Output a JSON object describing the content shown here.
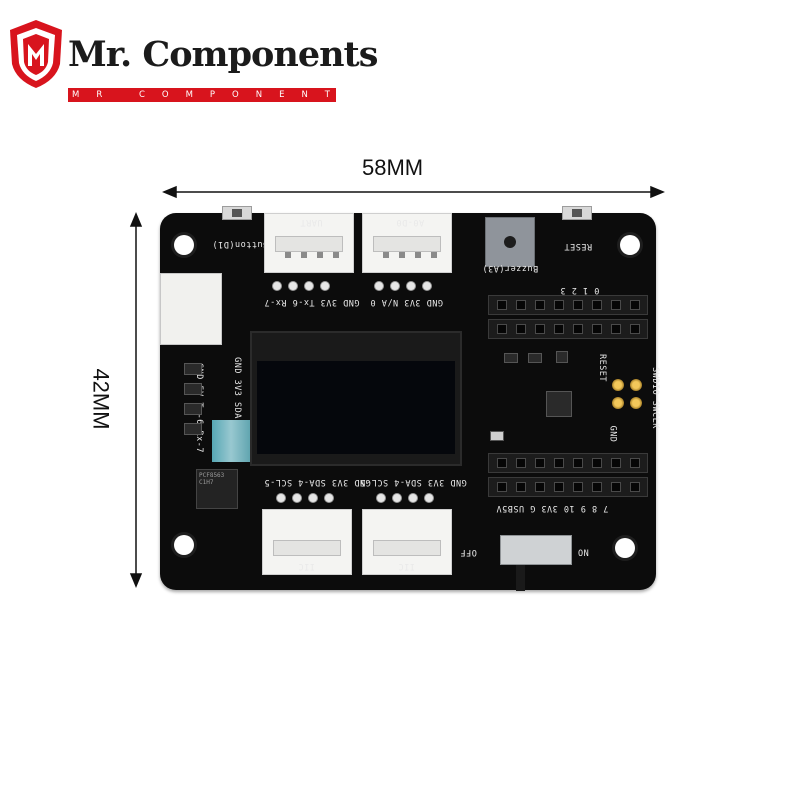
{
  "brand": {
    "name": "Mr. Components",
    "tagline": "MR COMPONENTS",
    "accent_color": "#d8141d"
  },
  "dimensions": {
    "width_label": "58MM",
    "height_label": "42MM"
  },
  "board": {
    "color": "#0c0c0c",
    "connectors": {
      "uart": {
        "label": "UART",
        "pins": "GND 3V3 Tx-6 Rx-7"
      },
      "analog": {
        "label": "A0-D0",
        "pins": "GND 3V3 N/A 0"
      },
      "iic_left": {
        "label": "IIC",
        "pins": "GND 3V3 SDA-4 SCL-5"
      },
      "iic_right": {
        "label": "IIC",
        "pins": "GND 3V3 SDA-4 SCL-5"
      }
    },
    "labels": {
      "button": "Button(D1)",
      "reset": "RESET",
      "buzzer": "Buzzer(A3)",
      "left_header": "GND 5V Tx-6 Rx-7",
      "left_header_top": "GND 3V3 SDA",
      "top_header_pins": "0 1 2 3",
      "bottom_header_pins": "7 8 9 10 3V3 G USB5V",
      "gnd": "GND",
      "reset_side": "RESET",
      "swd": "SWDIO SWCLK",
      "off": "OFF",
      "on": "ON",
      "chip": "PCF8563 C1H7"
    }
  }
}
